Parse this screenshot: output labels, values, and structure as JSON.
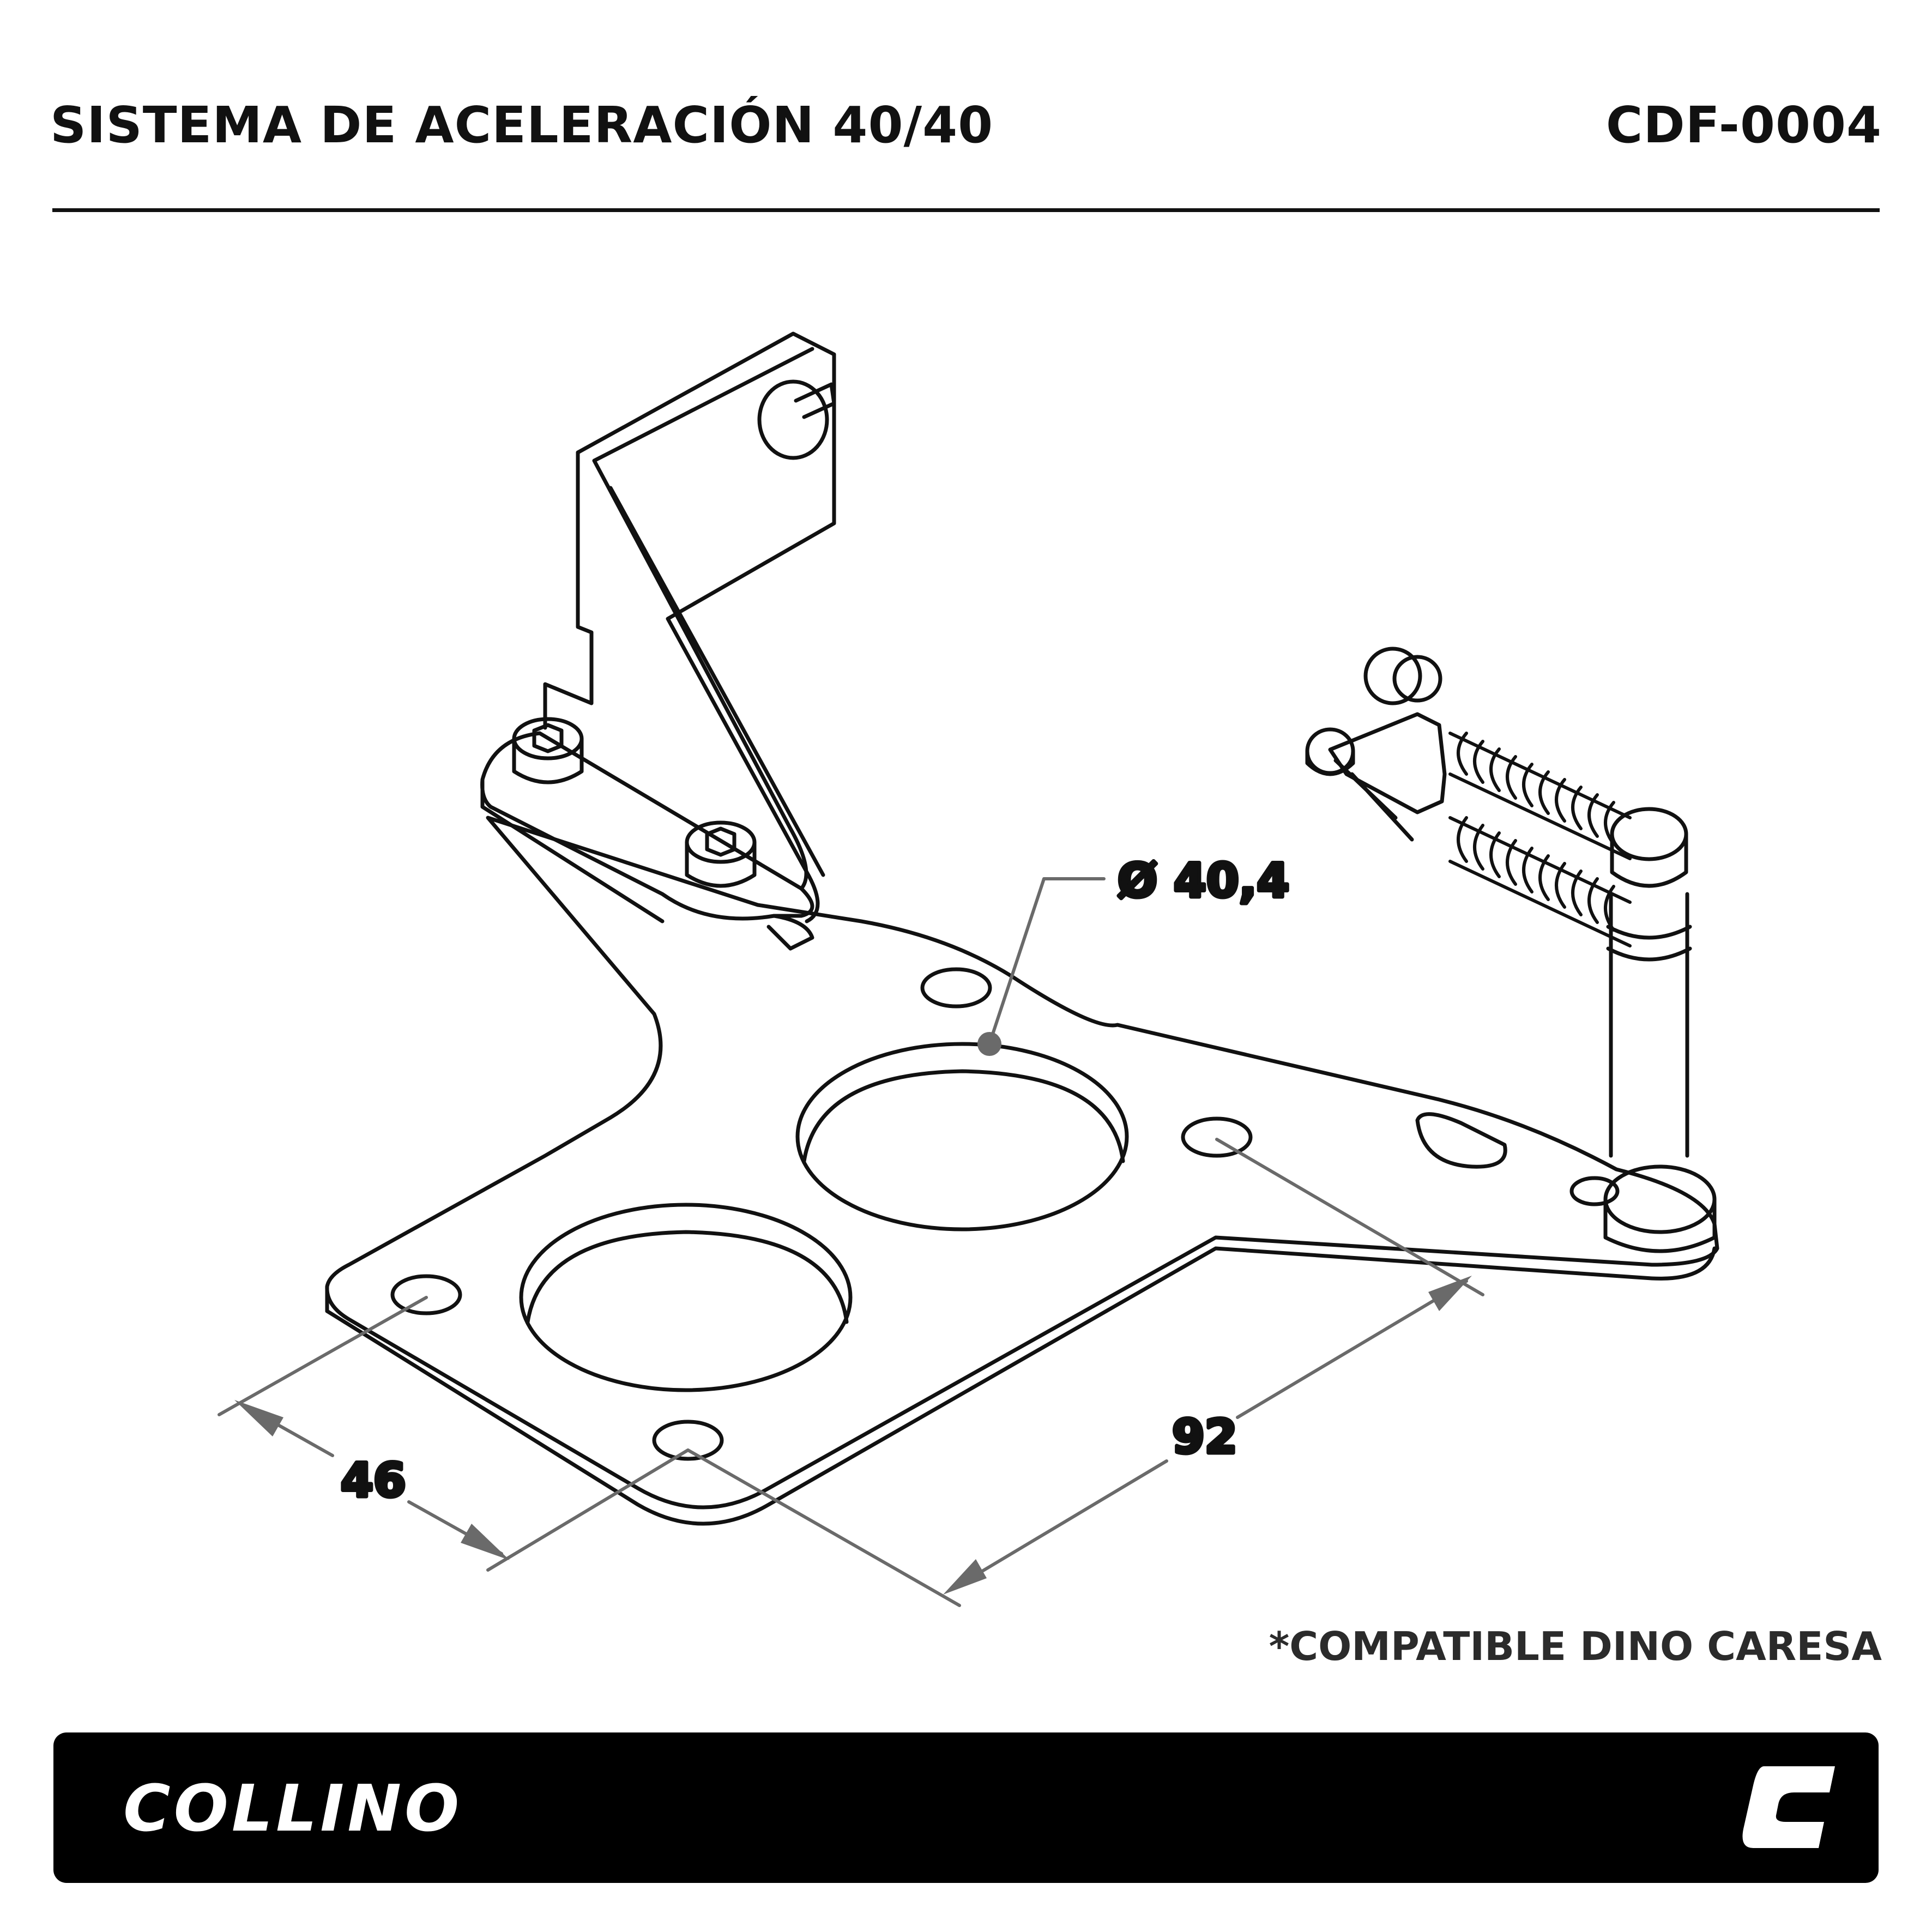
{
  "header": {
    "title": "SISTEMA DE ACELERACIÓN 40/40",
    "code": "CDF-0004"
  },
  "diagram": {
    "diameter_label": "Ø 40,4",
    "dim_short": "46",
    "dim_long": "92"
  },
  "note": "*COMPATIBLE DINO CARESA",
  "footer": {
    "brand": "COLLINO",
    "logo_icon": "collino-c-logo-icon"
  },
  "colors": {
    "line": "#111111",
    "dimension": "#6a6a6a",
    "footer_bg": "#000000",
    "footer_text": "#ffffff"
  }
}
